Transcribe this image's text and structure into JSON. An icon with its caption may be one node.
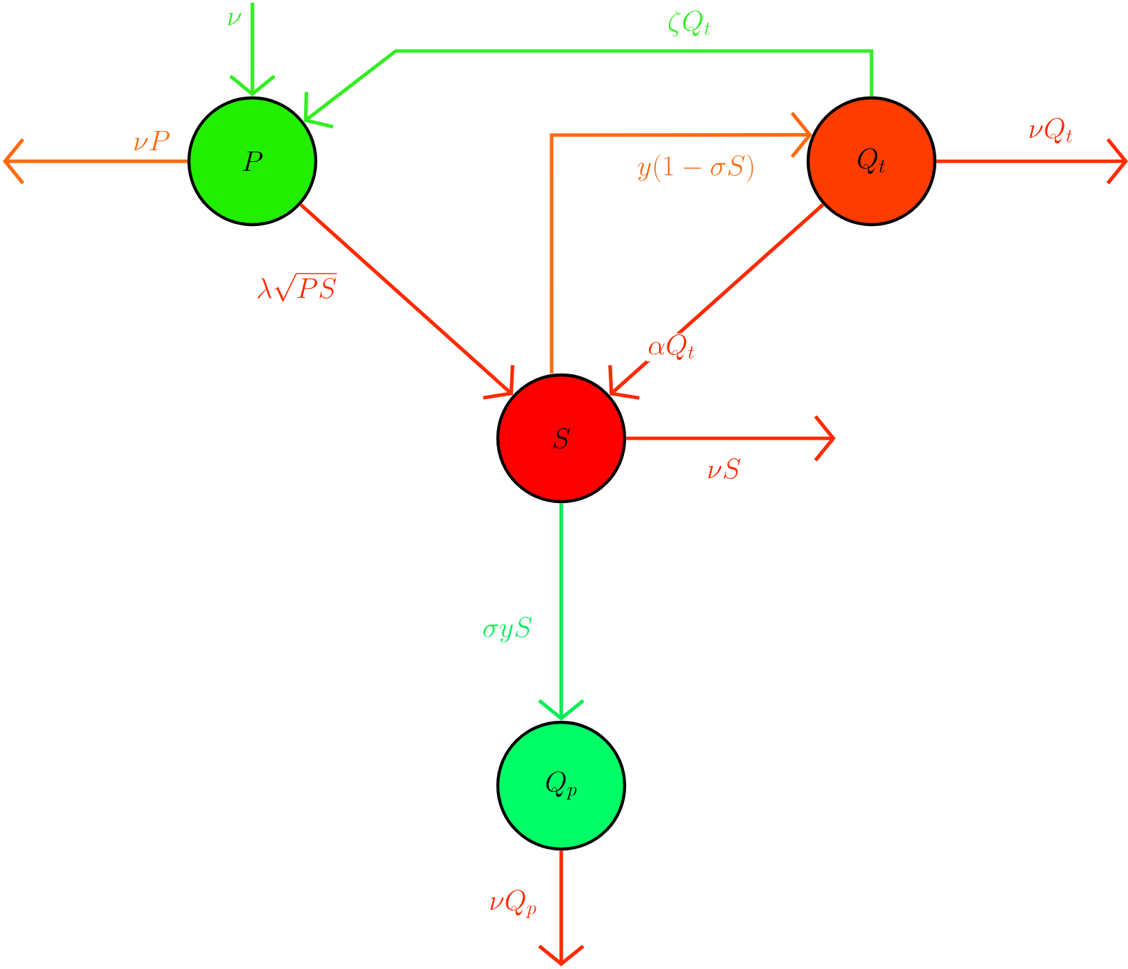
{
  "diagram": {
    "nodes": [
      {
        "text": [
          "P"
        ]
      },
      {
        "text": [
          "Q_t"
        ]
      },
      {
        "text": [
          "S"
        ]
      },
      {
        "text": [
          "Q_p"
        ]
      }
    ],
    "edges": [
      {
        "from": null,
        "to": 0,
        "arrow": "to",
        "label": "\\nu",
        "color": "#33ee22"
      },
      {
        "from": 1,
        "to": 0,
        "arrow": "to",
        "label": "\\zeta Q_t",
        "color": "#33ee22"
      },
      {
        "from": 0,
        "to": null,
        "arrow": "to",
        "label": "\\nu P",
        "color": "#ff6a10"
      },
      {
        "from": 0,
        "to": 2,
        "arrow": "to",
        "label": "\\lambda\\sqrt{PS}"
      },
      {
        "from": 2,
        "to": 1,
        "arrow": "to",
        "label": "y(1-\\sigma S)",
        "color": "#ff6a10"
      },
      {
        "from": 1,
        "to": 2,
        "arrow": "to",
        "label": "\\alpha Q_t"
      },
      {
        "from": 1,
        "to": null,
        "arrow": "to",
        "label": "\\nu Q_t"
      },
      {
        "from": 2,
        "to": null,
        "arrow": "to",
        "label": "\\nu S"
      },
      {
        "from": 2,
        "to": 3,
        "arrow": "to",
        "label": "\\sigma y S",
        "color": "#00ee55"
      },
      {
        "from": 3,
        "to": null,
        "arrow": "to",
        "label": "\\nu Q_p"
      }
    ]
  }
}
